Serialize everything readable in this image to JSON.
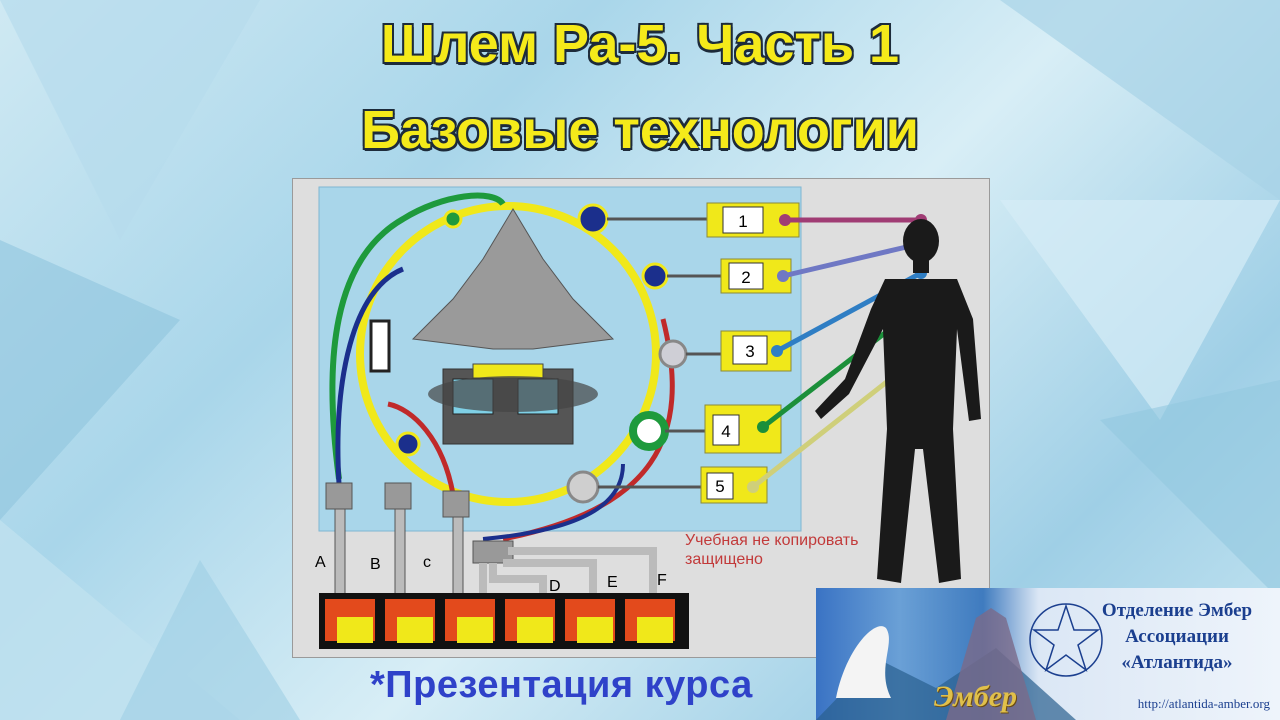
{
  "title": {
    "line1": "Шлем Ра-5. Часть 1",
    "line2": "Базовые технологии"
  },
  "diagram": {
    "boxes": [
      "1",
      "2",
      "3",
      "4",
      "5"
    ],
    "channels": [
      "A",
      "B",
      "c",
      "D",
      "E",
      "F"
    ],
    "watermark": "Учебная не копировать защищено",
    "colors": {
      "ring": "#f0e81a",
      "background": "#a9d6ea",
      "link1": "#a03c74",
      "link2": "#6f78c4",
      "link3": "#2f7ec4",
      "link4": "#1b8f3a",
      "link5": "#cfcf7a",
      "figure": "#1a1a1a"
    }
  },
  "footer": {
    "caption": "*Презентация курса"
  },
  "banner": {
    "lines": [
      "Отделение Эмбер",
      "Ассоциации",
      "«Атлантида»"
    ],
    "url": "http://atlantida-amber.org",
    "brand": "Эмбер"
  }
}
